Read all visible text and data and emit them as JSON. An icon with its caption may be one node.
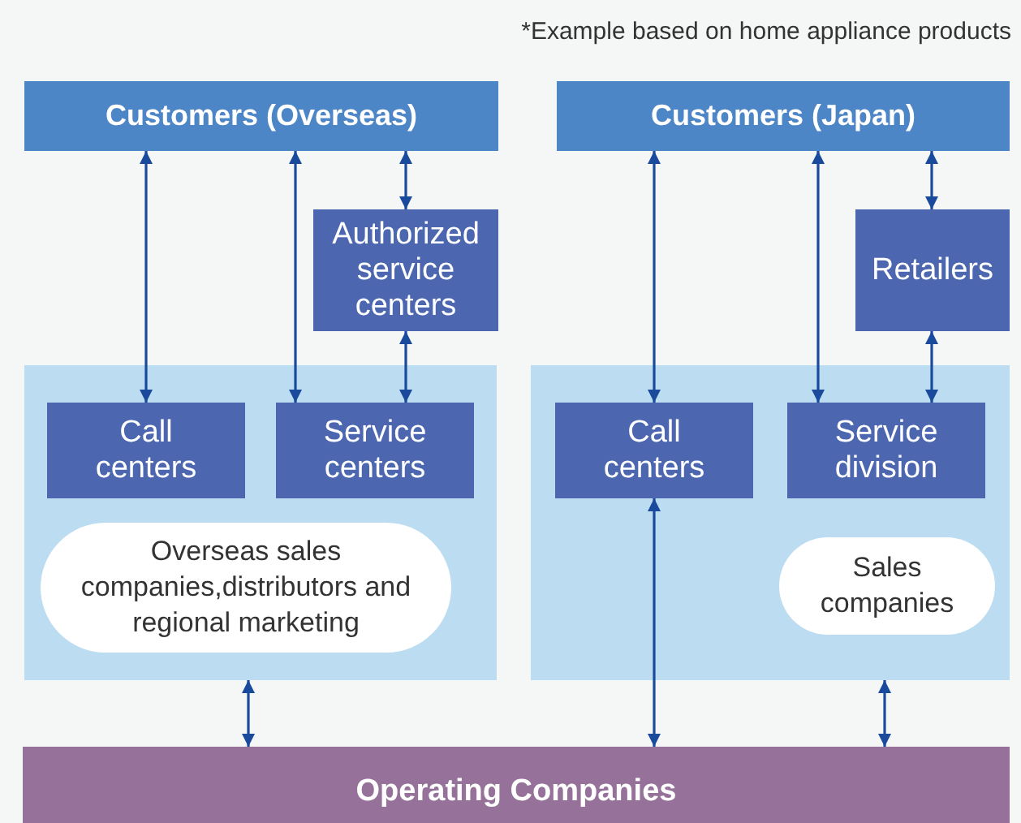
{
  "diagram": {
    "nodes": [
      {
        "text": [
          "Customers (Overseas)"
        ]
      },
      {
        "text": [
          "Authorized service centers"
        ]
      },
      {
        "text": [
          "Customers (Japan)"
        ]
      },
      {
        "text": [
          "Retailers"
        ]
      },
      {
        "text": [],
        "shape": "box"
      },
      {
        "text": [
          "Call centers"
        ],
        "in": 4
      },
      {
        "text": [
          "Service centers"
        ],
        "in": 4
      },
      {
        "text": [
          "Overseas sales companies,distributors and regional marketing"
        ],
        "in": 4
      },
      {
        "text": [],
        "shape": "box"
      },
      {
        "text": [
          "Call centers"
        ],
        "in": 8
      },
      {
        "text": [
          "Service division"
        ],
        "in": 8
      },
      {
        "text": [
          "Sales companies"
        ],
        "in": 8
      },
      {
        "text": [
          "Operating Companies"
        ]
      }
    ],
    "edges": [
      {
        "from": 0,
        "to": 5,
        "arrow": "both"
      },
      {
        "from": 0,
        "to": 6,
        "arrow": "both"
      },
      {
        "from": 0,
        "to": 1,
        "arrow": "both"
      },
      {
        "from": 1,
        "to": 6,
        "arrow": "both"
      },
      {
        "from": 2,
        "to": 9,
        "arrow": "both"
      },
      {
        "from": 2,
        "to": 10,
        "arrow": "both"
      },
      {
        "from": 2,
        "to": 3,
        "arrow": "both"
      },
      {
        "from": 3,
        "to": 10,
        "arrow": "both"
      },
      {
        "from": 9,
        "to": 12,
        "arrow": "both"
      },
      {
        "from": 4,
        "to": 12,
        "arrow": "both"
      },
      {
        "from": 8,
        "to": 12,
        "arrow": "both"
      }
    ],
    "labels": [
      "*Example based on home appliance products"
    ]
  }
}
